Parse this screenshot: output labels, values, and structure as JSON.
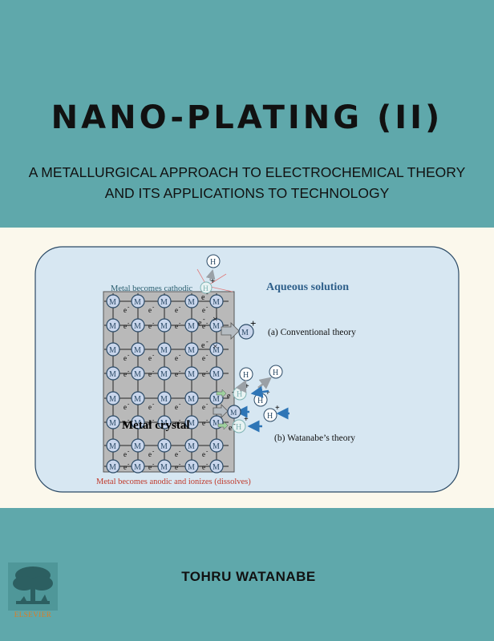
{
  "cover": {
    "title": "NANO-PLATING (II)",
    "subtitle_line1": "A METALLURGICAL APPROACH TO ELECTROCHEMICAL THEORY",
    "subtitle_line2": "AND ITS APPLICATIONS TO TECHNOLOGY",
    "author": "TOHRU WATANABE",
    "publisher": "ELSEVIER"
  },
  "diagram": {
    "metal_cathodic": "Metal becomes cathodic",
    "metal_anodic": "Metal becomes anodic and ionizes (dissolves)",
    "aqueous": "Aqueous solution",
    "conventional": "(a) Conventional theory",
    "watanabe": "(b) Watanabe’s theory",
    "crystal": "Metal crystal",
    "atom": "M",
    "hydrogen": "H",
    "electron": "e",
    "electron_superscript": "-",
    "plus": "+",
    "cross": "×"
  },
  "colors": {
    "teal": "#5fa8ab",
    "cream": "#fbf8ec",
    "panel": "#d7e7f2",
    "arrow_blue": "#2e75b6",
    "anodic_red": "#c0392b",
    "logo_orange": "#e07a1f"
  }
}
